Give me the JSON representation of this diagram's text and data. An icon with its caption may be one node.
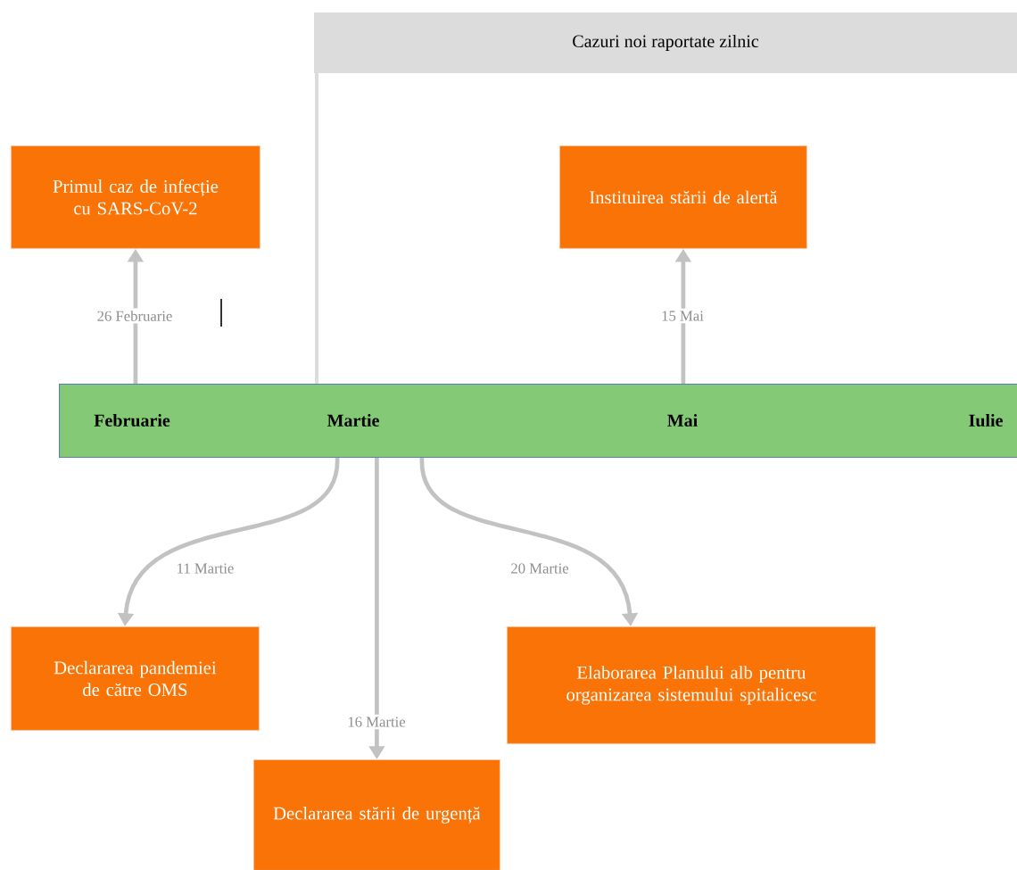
{
  "diagram": {
    "nodes": [
      {
        "text": [
          "Cazuri noi raportate zilnic"
        ]
      },
      {
        "text": [
          "Primul caz de infecție cu SARS-CoV-2"
        ]
      },
      {
        "text": [
          "Instituirea stării de alertă"
        ],
        "in": 0
      },
      {
        "text": [
          "Februarie",
          "Martie",
          "Mai",
          "Iulie"
        ]
      },
      {
        "text": [
          "Declararea pandemiei de către OMS"
        ]
      },
      {
        "text": [
          "Elaborarea Planului alb pentru organizarea sistemului spitalicesc"
        ]
      },
      {
        "text": [
          "Declararea stării de urgență"
        ]
      }
    ],
    "edges": [
      {
        "from": 3,
        "to": 1,
        "arrow": "to",
        "label": "26 Februarie"
      },
      {
        "from": 3,
        "to": 2,
        "arrow": "to",
        "label": "15 Mai"
      },
      {
        "from": 3,
        "to": 4,
        "arrow": "to",
        "label": "11 Martie"
      },
      {
        "from": 3,
        "to": 6,
        "arrow": "to",
        "label": "16 Martie"
      },
      {
        "from": 3,
        "to": 5,
        "arrow": "to",
        "label": "20 Martie"
      }
    ]
  }
}
